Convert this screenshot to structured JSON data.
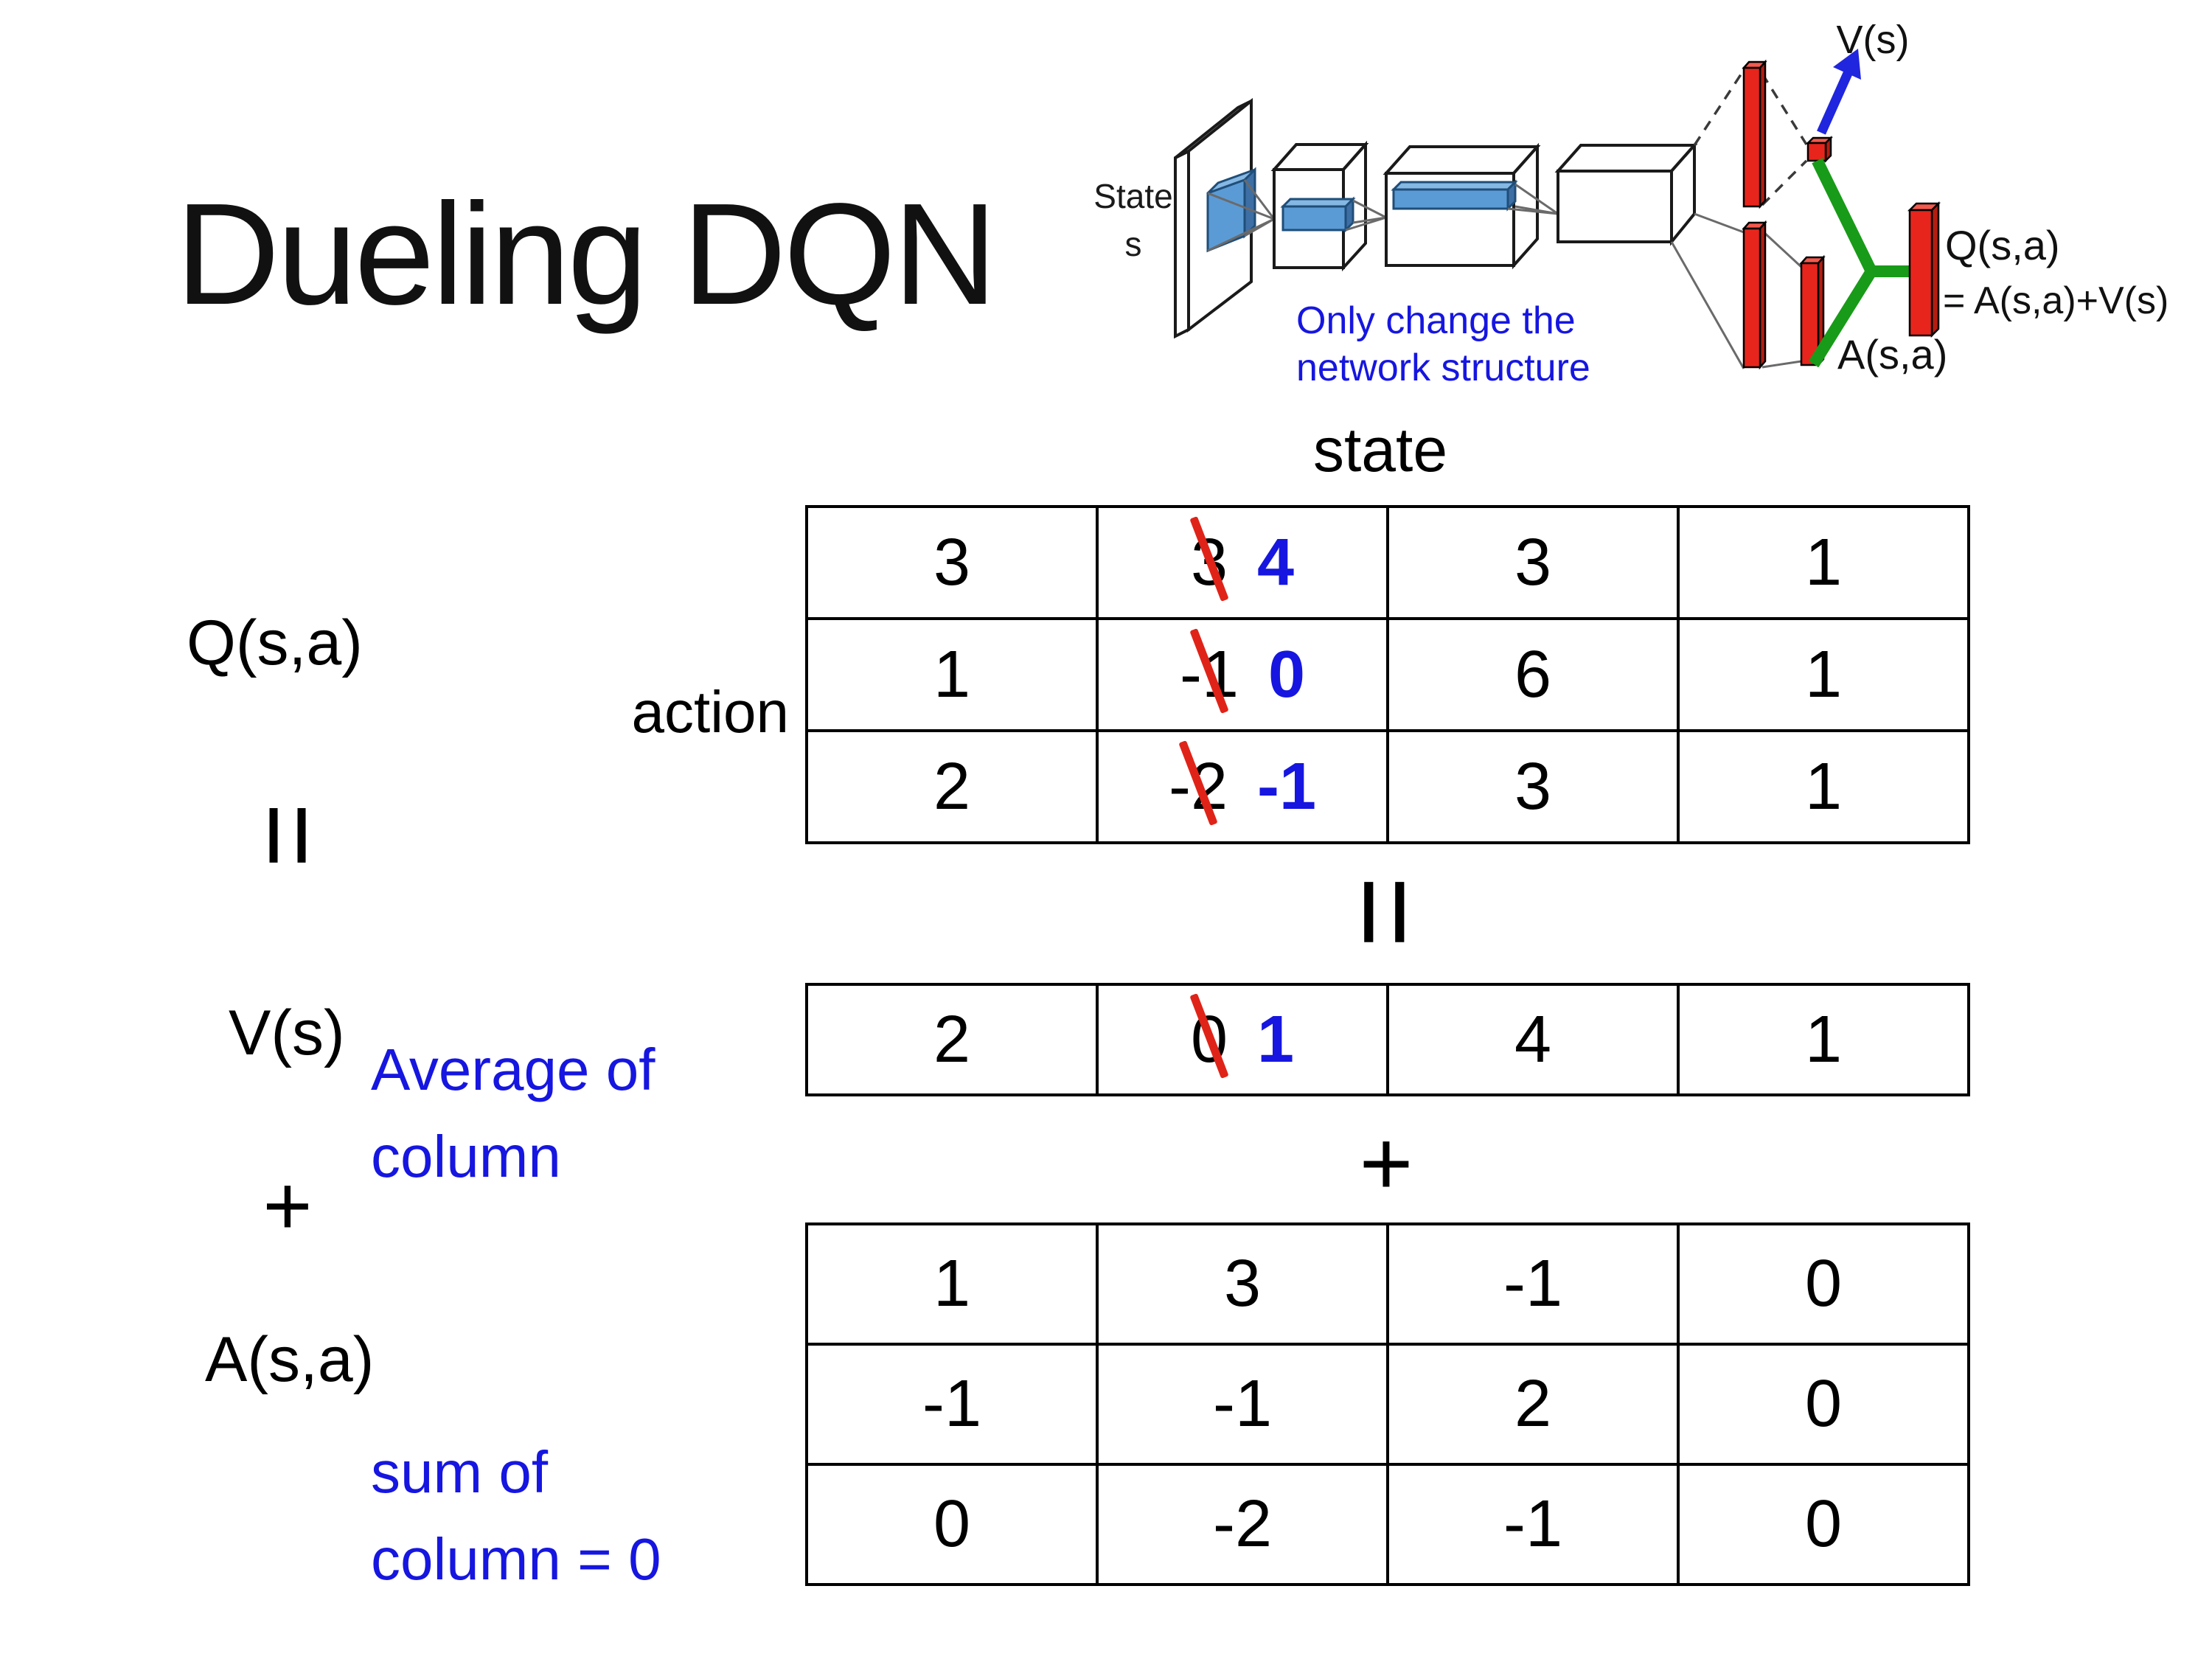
{
  "title": "Dueling DQN",
  "colors": {
    "highlight_blue": "#1616e0",
    "strike_red": "#e02318",
    "bar_red": "#e8251c",
    "diagram_green": "#189b18",
    "arrow_blue": "#2026dd",
    "box_blue": "#5b9bd5"
  },
  "diagram": {
    "state_label_line1": "State",
    "state_label_line2": "s",
    "v_output_label": "V(s)",
    "q_output_label_line1": "Q(s,a)",
    "q_output_label_line2": "= A(s,a)+V(s)",
    "a_output_label": "A(s,a)",
    "note_line1": "Only change the",
    "note_line2": "network structure"
  },
  "equation": {
    "q_label": "Q(s,a)",
    "equals_left": "=",
    "v_label": "V(s)",
    "avg_note_line1": "Average of",
    "avg_note_line2": "column",
    "plus_left": "+",
    "a_label": "A(s,a)",
    "sum_note_line1": "sum of",
    "sum_note_line2": "column = 0",
    "state_axis_label": "state",
    "action_axis_label": "action",
    "equals_mid": "=",
    "plus_mid": "+"
  },
  "tables": {
    "q": {
      "r0": {
        "c0": "3",
        "c1_old": "3",
        "c1_new": "4",
        "c2": "3",
        "c3": "1"
      },
      "r1": {
        "c0": "1",
        "c1_old": "-1",
        "c1_new": "0",
        "c2": "6",
        "c3": "1"
      },
      "r2": {
        "c0": "2",
        "c1_old": "-2",
        "c1_new": "-1",
        "c2": "3",
        "c3": "1"
      }
    },
    "v": {
      "c0": "2",
      "c1_old": "0",
      "c1_new": "1",
      "c2": "4",
      "c3": "1"
    },
    "a": {
      "r0": {
        "c0": "1",
        "c1": "3",
        "c2": "-1",
        "c3": "0"
      },
      "r1": {
        "c0": "-1",
        "c1": "-1",
        "c2": "2",
        "c3": "0"
      },
      "r2": {
        "c0": "0",
        "c1": "-2",
        "c2": "-1",
        "c3": "0"
      }
    }
  }
}
